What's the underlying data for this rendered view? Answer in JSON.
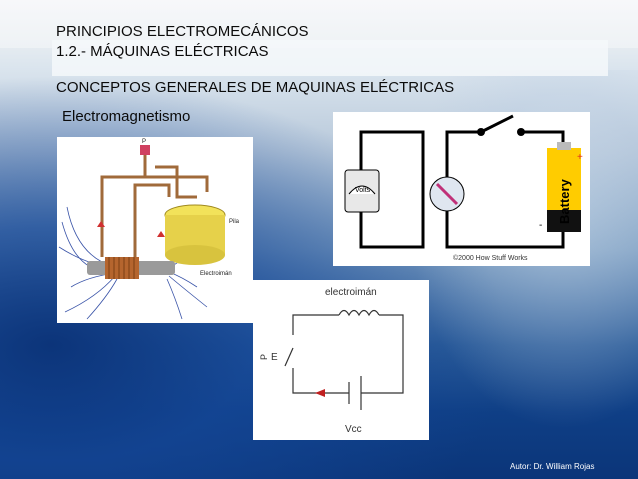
{
  "slide": {
    "header_line1": "PRINCIPIOS ELECTROMECÁNICOS",
    "header_line2": "1.2.- MÁQUINAS ELÉCTRICAS",
    "section_title": "CONCEPTOS GENERALES DE MAQUINAS ELÉCTRICAS",
    "topic": "Electromagnetismo",
    "author": "Autor:  Dr. William Rojas"
  },
  "figure1": {
    "label_p": "P",
    "label_pila": "Pila",
    "label_electroiman": "Electroimán"
  },
  "figure2": {
    "meter_label": "Volts",
    "battery_label": "Battery",
    "plus": "+",
    "minus": "-",
    "credit": "©2000 How Stuff Works"
  },
  "figure3": {
    "title": "electroimán",
    "label_p": "P",
    "label_e": "E",
    "label_vcc": "Vcc"
  }
}
